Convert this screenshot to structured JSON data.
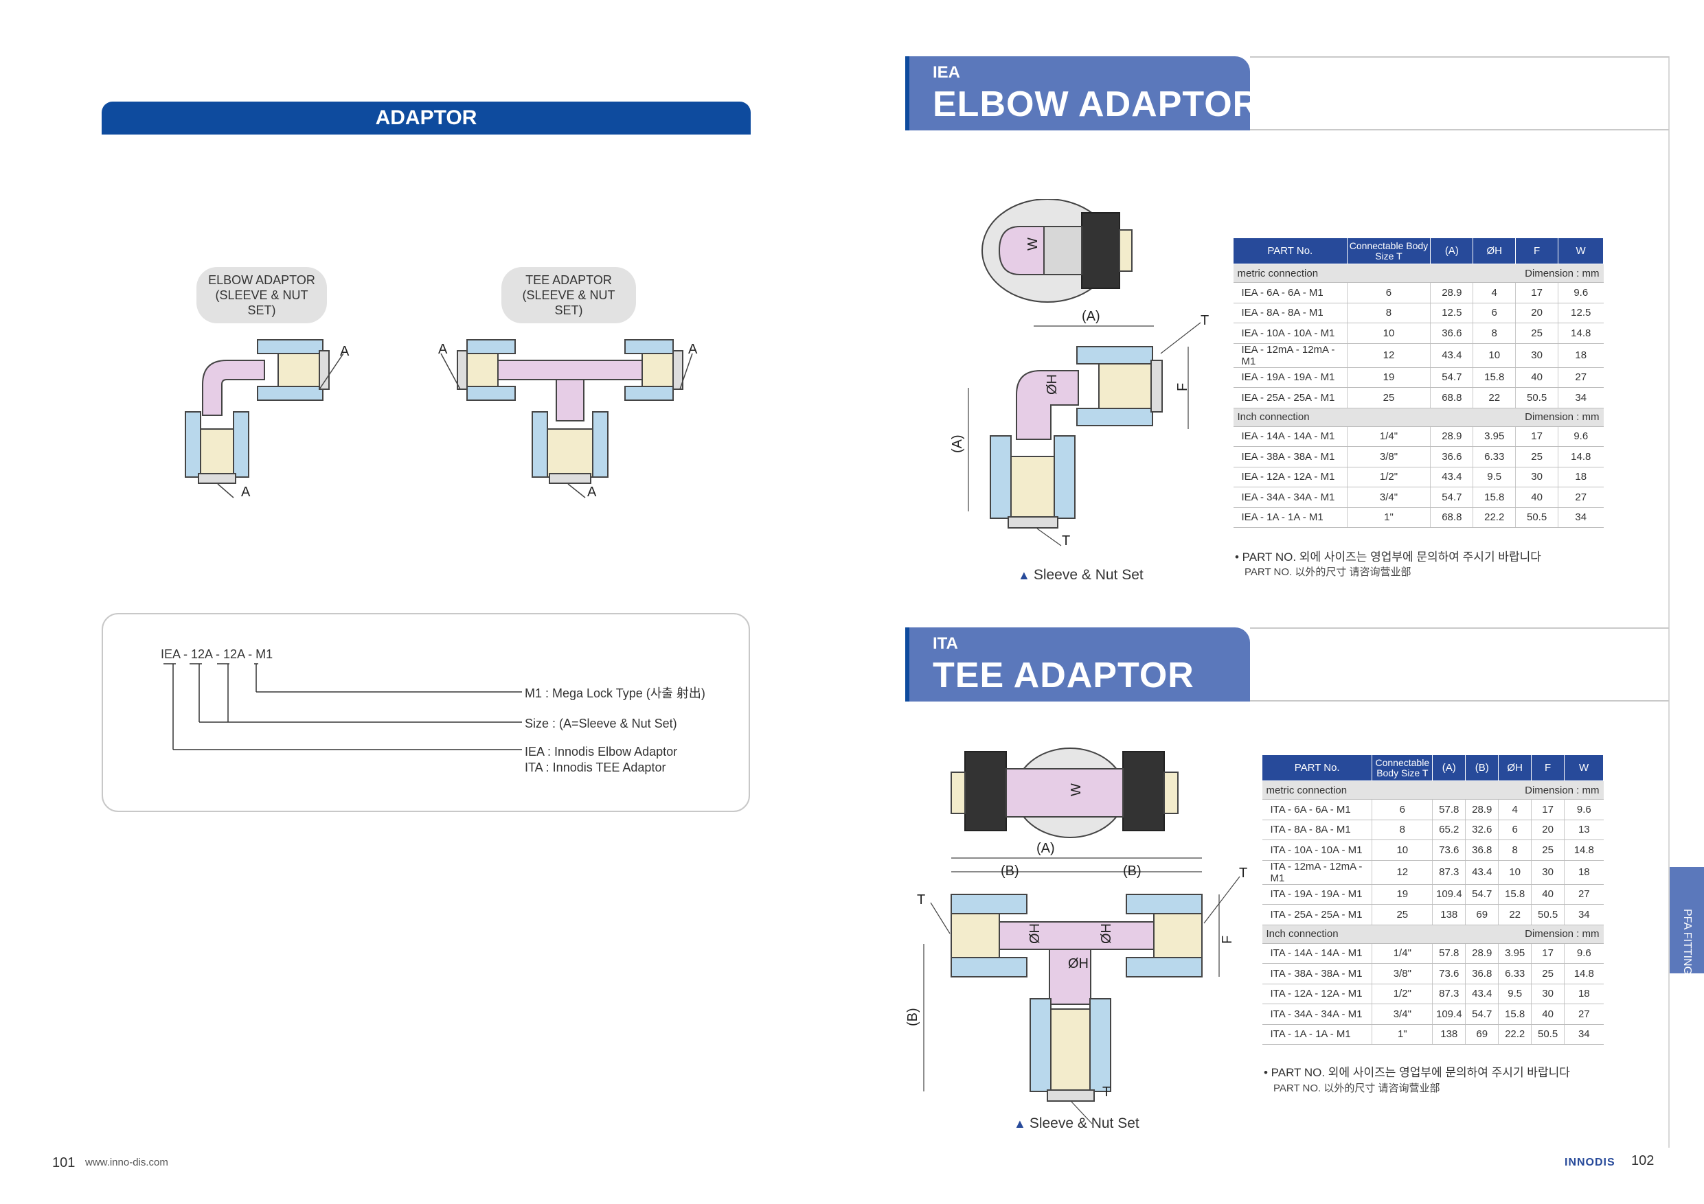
{
  "left_page": {
    "section_title": "ADAPTOR",
    "elbow_label_1": "ELBOW ADAPTOR",
    "elbow_label_2": "(SLEEVE & NUT SET)",
    "tee_label_1": "TEE ADAPTOR",
    "tee_label_2": "(SLEEVE & NUT SET)",
    "marker": "A",
    "code_example": "IEA - 12A - 12A - M1",
    "legend": {
      "m1": "M1 : Mega Lock Type (사출 射出)",
      "size": "Size : (A=Sleeve & Nut Set)",
      "iea": "IEA : Innodis Elbow Adaptor",
      "ita": "ITA : Innodis TEE Adaptor"
    },
    "page_number": "101",
    "url": "www.inno-dis.com"
  },
  "right_page": {
    "page_number": "102",
    "brand": "INNODIS",
    "side_tab": "PFA FITTING",
    "dim_labels": {
      "a": "(A)",
      "b": "(B)",
      "t": "T",
      "f": "F",
      "w": "W",
      "oh": "ØH"
    },
    "elbow": {
      "code": "IEA",
      "title": "ELBOW ADAPTOR",
      "caption": "Sleeve & Nut Set",
      "headers": [
        "PART No.",
        "Connectable Body Size T",
        "(A)",
        "ØH",
        "F",
        "W"
      ],
      "metric_label": "metric connection",
      "inch_label": "Inch connection",
      "dim_unit": "Dimension : mm",
      "metric_rows": [
        [
          "IEA - 6A - 6A - M1",
          "6",
          "28.9",
          "4",
          "17",
          "9.6"
        ],
        [
          "IEA - 8A - 8A - M1",
          "8",
          "12.5",
          "6",
          "20",
          "12.5"
        ],
        [
          "IEA - 10A - 10A - M1",
          "10",
          "36.6",
          "8",
          "25",
          "14.8"
        ],
        [
          "IEA - 12mA - 12mA - M1",
          "12",
          "43.4",
          "10",
          "30",
          "18"
        ],
        [
          "IEA - 19A - 19A - M1",
          "19",
          "54.7",
          "15.8",
          "40",
          "27"
        ],
        [
          "IEA - 25A - 25A - M1",
          "25",
          "68.8",
          "22",
          "50.5",
          "34"
        ]
      ],
      "inch_rows": [
        [
          "IEA - 14A - 14A - M1",
          "1/4\"",
          "28.9",
          "3.95",
          "17",
          "9.6"
        ],
        [
          "IEA - 38A - 38A - M1",
          "3/8\"",
          "36.6",
          "6.33",
          "25",
          "14.8"
        ],
        [
          "IEA - 12A - 12A - M1",
          "1/2\"",
          "43.4",
          "9.5",
          "30",
          "18"
        ],
        [
          "IEA - 34A - 34A - M1",
          "3/4\"",
          "54.7",
          "15.8",
          "40",
          "27"
        ],
        [
          "IEA - 1A - 1A - M1",
          "1\"",
          "68.8",
          "22.2",
          "50.5",
          "34"
        ]
      ],
      "note_ko": "• PART NO. 외에 사이즈는 영업부에 문의하여 주시기 바랍니다",
      "note_cn": "PART NO. 以外的尺寸 请咨询营业部"
    },
    "tee": {
      "code": "ITA",
      "title": "TEE ADAPTOR",
      "caption": "Sleeve & Nut Set",
      "headers": [
        "PART No.",
        "Connectable Body Size T",
        "(A)",
        "(B)",
        "ØH",
        "F",
        "W"
      ],
      "metric_label": "metric connection",
      "inch_label": "Inch connection",
      "dim_unit": "Dimension : mm",
      "metric_rows": [
        [
          "ITA - 6A - 6A - M1",
          "6",
          "57.8",
          "28.9",
          "4",
          "17",
          "9.6"
        ],
        [
          "ITA - 8A - 8A - M1",
          "8",
          "65.2",
          "32.6",
          "6",
          "20",
          "13"
        ],
        [
          "ITA - 10A - 10A - M1",
          "10",
          "73.6",
          "36.8",
          "8",
          "25",
          "14.8"
        ],
        [
          "ITA - 12mA - 12mA - M1",
          "12",
          "87.3",
          "43.4",
          "10",
          "30",
          "18"
        ],
        [
          "ITA - 19A - 19A - M1",
          "19",
          "109.4",
          "54.7",
          "15.8",
          "40",
          "27"
        ],
        [
          "ITA - 25A - 25A - M1",
          "25",
          "138",
          "69",
          "22",
          "50.5",
          "34"
        ]
      ],
      "inch_rows": [
        [
          "ITA - 14A - 14A - M1",
          "1/4\"",
          "57.8",
          "28.9",
          "3.95",
          "17",
          "9.6"
        ],
        [
          "ITA - 38A - 38A - M1",
          "3/8\"",
          "73.6",
          "36.8",
          "6.33",
          "25",
          "14.8"
        ],
        [
          "ITA - 12A - 12A - M1",
          "1/2\"",
          "87.3",
          "43.4",
          "9.5",
          "30",
          "18"
        ],
        [
          "ITA - 34A - 34A - M1",
          "3/4\"",
          "109.4",
          "54.7",
          "15.8",
          "40",
          "27"
        ],
        [
          "ITA - 1A - 1A - M1",
          "1\"",
          "138",
          "69",
          "22.2",
          "50.5",
          "34"
        ]
      ],
      "note_ko": "• PART NO. 외에 사이즈는 영업부에 문의하여 주시기 바랍니다",
      "note_cn": "PART NO. 以外的尺寸 请咨询营业部"
    }
  }
}
